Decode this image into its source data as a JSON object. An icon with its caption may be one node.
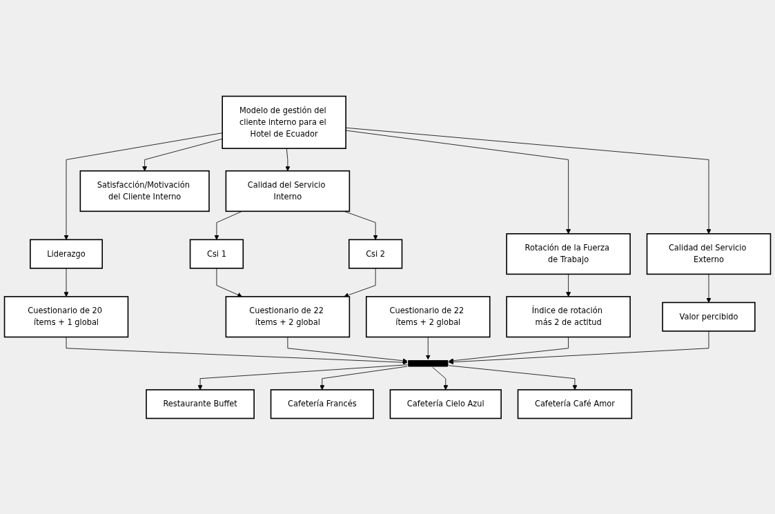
{
  "diagram": {
    "nodes": [
      {
        "text": [
          "Modelo de gestión del cliente interno para el Hotel de Ecuador"
        ]
      },
      {
        "text": [
          "Liderazgo"
        ]
      },
      {
        "text": [
          "Calidad del Servicio Interno"
        ]
      },
      {
        "text": [
          "Satisfacción/Motivación del Cliente Interno"
        ]
      },
      {
        "text": [
          "Rotación de la Fuerza de Trabajo"
        ]
      },
      {
        "text": [
          "Calidad del Servicio Externo"
        ]
      },
      {
        "text": [
          "Csi 1"
        ]
      },
      {
        "text": [
          "Csi 2"
        ]
      },
      {
        "text": [
          "Cuestionario de 20 ítems + 1 global"
        ]
      },
      {
        "text": [
          "Cuestionario de 22 ítems + 2 global"
        ]
      },
      {
        "text": [
          "Cuestionario de 22 ítems + 2 global"
        ]
      },
      {
        "text": [
          "Índice de rotación más 2 de actitud"
        ]
      },
      {
        "text": [
          "Valor percibido"
        ]
      },
      {
        "text": [],
        "shape": "bar"
      },
      {
        "text": [
          "Restaurante Buffet"
        ]
      },
      {
        "text": [
          "Cafetería Francés"
        ]
      },
      {
        "text": [
          "Cafetería Cielo Azul"
        ]
      },
      {
        "text": [
          "Cafetería Café Amor"
        ]
      }
    ],
    "edges": [
      {
        "from": 0,
        "to": 1,
        "arrow": "to"
      },
      {
        "from": 0,
        "to": 2,
        "arrow": "to"
      },
      {
        "from": 0,
        "to": 3,
        "arrow": "to"
      },
      {
        "from": 0,
        "to": 4,
        "arrow": "to"
      },
      {
        "from": 0,
        "to": 5,
        "arrow": "to"
      },
      {
        "from": 1,
        "to": 8,
        "arrow": "to"
      },
      {
        "from": 2,
        "to": 6,
        "arrow": "to"
      },
      {
        "from": 2,
        "to": 7,
        "arrow": "to"
      },
      {
        "from": 6,
        "to": 9,
        "arrow": "to"
      },
      {
        "from": 7,
        "to": 9,
        "arrow": "to"
      },
      {
        "from": 4,
        "to": 11,
        "arrow": "to"
      },
      {
        "from": 5,
        "to": 12,
        "arrow": "to"
      },
      {
        "from": 8,
        "to": 13,
        "arrow": "to"
      },
      {
        "from": 9,
        "to": 13,
        "arrow": "to"
      },
      {
        "from": 10,
        "to": 13,
        "arrow": "to"
      },
      {
        "from": 11,
        "to": 13,
        "arrow": "to"
      },
      {
        "from": 12,
        "to": 13,
        "arrow": "to"
      },
      {
        "from": 13,
        "to": 14,
        "arrow": "to"
      },
      {
        "from": 13,
        "to": 15,
        "arrow": "to"
      },
      {
        "from": 13,
        "to": 16,
        "arrow": "to"
      },
      {
        "from": 13,
        "to": 17,
        "arrow": "to"
      }
    ]
  }
}
